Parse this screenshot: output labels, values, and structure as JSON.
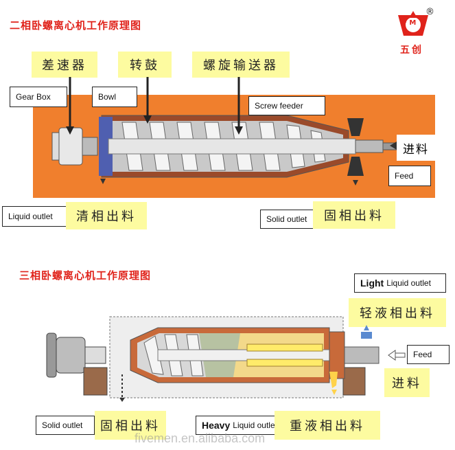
{
  "two_phase": {
    "title": "二相卧螺离心机工作原理图",
    "labels_cn": {
      "gearbox": "差速器",
      "bowl": "转鼓",
      "screw": "螺旋输送器",
      "feed": "进料",
      "liquid": "清相出料",
      "solid": "固相出料"
    },
    "labels_en": {
      "gearbox": "Gear Box",
      "bowl": "Bowl",
      "screw": "Screw feeder",
      "feed": "Feed",
      "liquid": "Liquid outlet",
      "solid": "Solid outlet"
    }
  },
  "three_phase": {
    "title": "三相卧螺离心机工作原理图",
    "light_bold": "Light",
    "light_rest": "Liquid outlet",
    "light_cn": "轻液相出料",
    "feed_en": "Feed",
    "feed_cn": "进料",
    "solid_en": "Solid outlet",
    "solid_cn": "固相出料",
    "heavy_bold": "Heavy",
    "heavy_rest": "Liquid outlet",
    "heavy_cn": "重液相出料"
  },
  "brand": {
    "logo_letters": "F M",
    "name": "五创",
    "registered": "®"
  },
  "watermark": "fivemen.en.alibaba.com",
  "colors": {
    "title": "#e0231b",
    "orange": "#f07f2d",
    "yellow_label": "#fdfba0"
  }
}
